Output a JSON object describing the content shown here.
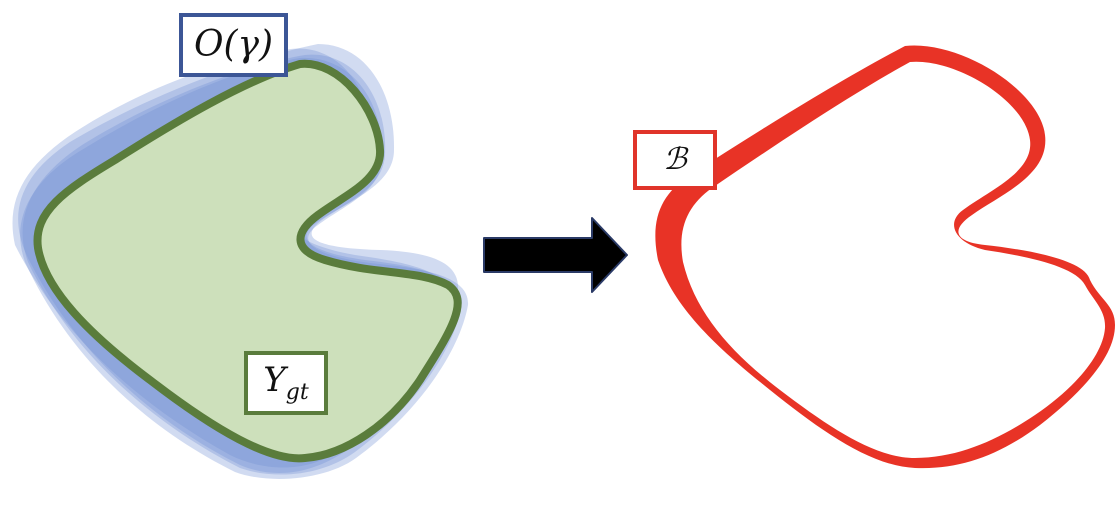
{
  "labels": {
    "uncertainty_region": "O(γ)",
    "ground_truth_main": "Υ",
    "ground_truth_sub": "gt",
    "boundary_band": "ℬ"
  },
  "icons": {
    "arrow": "right-arrow-icon"
  },
  "colors": {
    "uncertainty_fill": "#6f8fd4",
    "uncertainty_border": "#3c5696",
    "ground_truth_fill": "#cde0bb",
    "ground_truth_stroke": "#5a7c3c",
    "boundary_band": "#e83326",
    "arrow": "#000000"
  }
}
